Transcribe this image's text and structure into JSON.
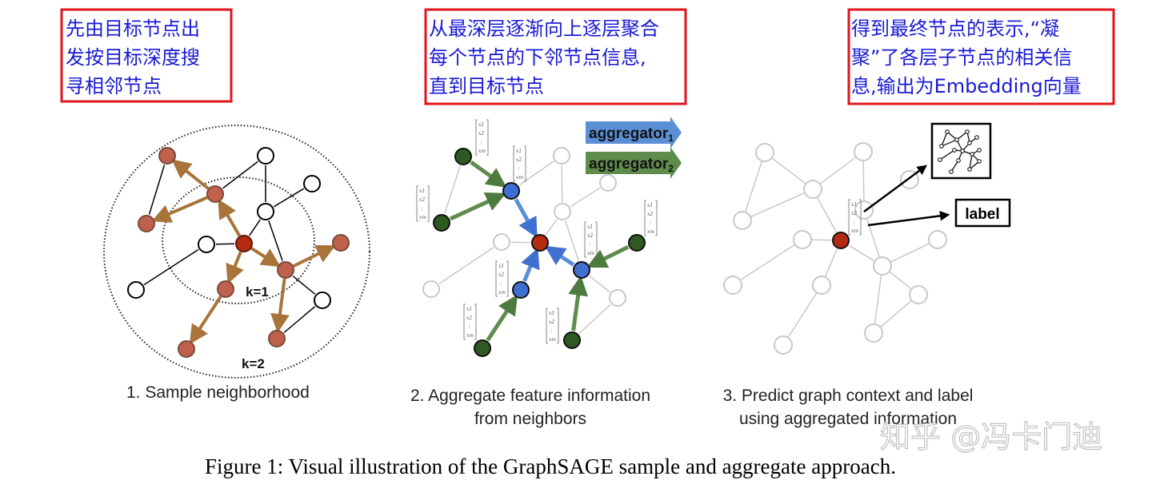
{
  "annotations": [
    {
      "lines": [
        "先由目标节点出",
        "发按目标深度搜",
        "寻相邻节点"
      ]
    },
    {
      "lines": [
        "从最深层逐渐向上逐层聚合",
        "每个节点的下邻节点信息,",
        "直到目标节点"
      ]
    },
    {
      "lines": [
        "得到最终节点的表示,“凝",
        "聚”了各层子节点的相关信",
        "息,输出为Embedding向量"
      ]
    }
  ],
  "panel1": {
    "caption": "1. Sample neighborhood",
    "k1_label": "k=1",
    "k2_label": "k=2"
  },
  "panel2": {
    "caption_lines": [
      "2. Aggregate feature information",
      "from neighbors"
    ],
    "aggregator1": {
      "label": "aggregator",
      "subscript": "1",
      "color": "#5b8fd6"
    },
    "aggregator2": {
      "label": "aggregator",
      "subscript": "2",
      "color": "#4d7a3e"
    }
  },
  "panel3": {
    "caption_lines": [
      "3. Predict graph context and label",
      "using aggregated information"
    ],
    "label_box": "label"
  },
  "feature_vector": [
    "x1",
    "x2",
    "⋮",
    "xm"
  ],
  "figure_caption": "Figure 1: Visual illustration of the GraphSAGE sample and aggregate approach.",
  "watermark": "知乎 @冯卡门迪",
  "colors": {
    "annotation_border": "#e0141e",
    "annotation_text": "#1a1ad6",
    "target_node": "#b52a10",
    "sampled_node": "#c0614e",
    "sample_edge": "#a8743a",
    "aggregator1_node": "#3f6fd0",
    "aggregator2_node": "#2e5a22"
  }
}
